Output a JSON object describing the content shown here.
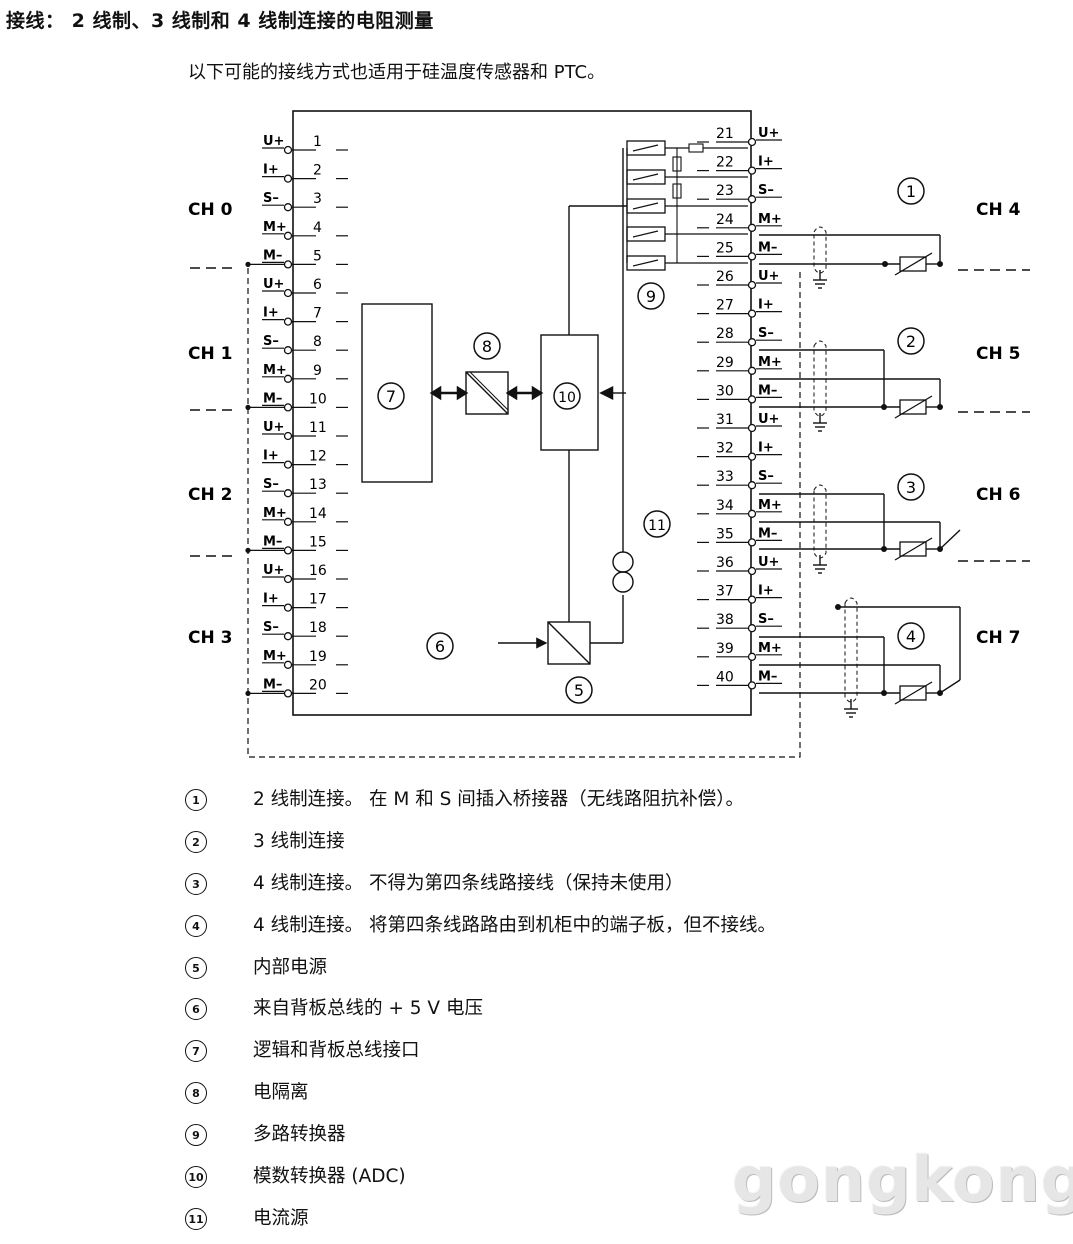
{
  "header": {
    "title": "接线： 2 线制、3 线制和 4 线制连接的电阻测量",
    "subtitle": "以下可能的接线方式也适用于硅温度传感器和 PTC。"
  },
  "diagram": {
    "left_terminals": [
      {
        "num": "1",
        "label": "U+"
      },
      {
        "num": "2",
        "label": "I+"
      },
      {
        "num": "3",
        "label": "S–"
      },
      {
        "num": "4",
        "label": "M+"
      },
      {
        "num": "5",
        "label": "M–"
      },
      {
        "num": "6",
        "label": "U+"
      },
      {
        "num": "7",
        "label": "I+"
      },
      {
        "num": "8",
        "label": "S–"
      },
      {
        "num": "9",
        "label": "M+"
      },
      {
        "num": "10",
        "label": "M–"
      },
      {
        "num": "11",
        "label": "U+"
      },
      {
        "num": "12",
        "label": "I+"
      },
      {
        "num": "13",
        "label": "S–"
      },
      {
        "num": "14",
        "label": "M+"
      },
      {
        "num": "15",
        "label": "M–"
      },
      {
        "num": "16",
        "label": "U+"
      },
      {
        "num": "17",
        "label": "I+"
      },
      {
        "num": "18",
        "label": "S–"
      },
      {
        "num": "19",
        "label": "M+"
      },
      {
        "num": "20",
        "label": "M–"
      }
    ],
    "right_terminals": [
      {
        "num": "21",
        "label": "U+"
      },
      {
        "num": "22",
        "label": "I+"
      },
      {
        "num": "23",
        "label": "S–"
      },
      {
        "num": "24",
        "label": "M+"
      },
      {
        "num": "25",
        "label": "M–"
      },
      {
        "num": "26",
        "label": "U+"
      },
      {
        "num": "27",
        "label": "I+"
      },
      {
        "num": "28",
        "label": "S–"
      },
      {
        "num": "29",
        "label": "M+"
      },
      {
        "num": "30",
        "label": "M–"
      },
      {
        "num": "31",
        "label": "U+"
      },
      {
        "num": "32",
        "label": "I+"
      },
      {
        "num": "33",
        "label": "S–"
      },
      {
        "num": "34",
        "label": "M+"
      },
      {
        "num": "35",
        "label": "M–"
      },
      {
        "num": "36",
        "label": "U+"
      },
      {
        "num": "37",
        "label": "I+"
      },
      {
        "num": "38",
        "label": "S–"
      },
      {
        "num": "39",
        "label": "M+"
      },
      {
        "num": "40",
        "label": "M–"
      }
    ],
    "left_channels": [
      "CH 0",
      "CH 1",
      "CH 2",
      "CH 3"
    ],
    "right_channels": [
      "CH 4",
      "CH 5",
      "CH 6",
      "CH 7"
    ],
    "callouts": [
      "1",
      "2",
      "3",
      "4",
      "5",
      "6",
      "7",
      "8",
      "9",
      "10",
      "11"
    ]
  },
  "legend": [
    {
      "num": "1",
      "text": "2 线制连接。 在 M 和 S 间插入桥接器（无线路阻抗补偿）。"
    },
    {
      "num": "2",
      "text": "3 线制连接"
    },
    {
      "num": "3",
      "text": "4 线制连接。 不得为第四条线路接线（保持未使用）"
    },
    {
      "num": "4",
      "text": "4 线制连接。 将第四条线路路由到机柜中的端子板，但不接线。"
    },
    {
      "num": "5",
      "text": "内部电源"
    },
    {
      "num": "6",
      "text": "来自背板总线的 + 5 V 电压"
    },
    {
      "num": "7",
      "text": "逻辑和背板总线接口"
    },
    {
      "num": "8",
      "text": "电隔离"
    },
    {
      "num": "9",
      "text": "多路转换器"
    },
    {
      "num": "10",
      "text": "模数转换器 (ADC)"
    },
    {
      "num": "11",
      "text": "电流源"
    }
  ],
  "watermark": "gongkong"
}
